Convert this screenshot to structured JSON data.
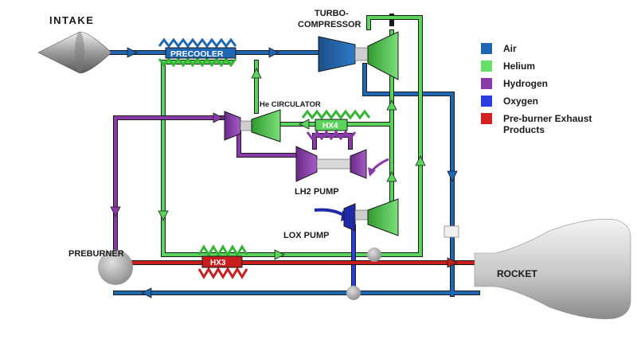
{
  "labels": {
    "intake": "INTAKE",
    "turbo_line1": "TURBO-",
    "turbo_line2": "COMPRESSOR",
    "precooler": "PRECOOLER",
    "he_circulator": "He CIRCULATOR",
    "hx4": "HX4",
    "lh2_pump": "LH2 PUMP",
    "lox_pump": "LOX PUMP",
    "preburner": "PREBURNER",
    "hx3": "HX3",
    "rocket": "ROCKET"
  },
  "legend": [
    {
      "label_lines": [
        "Air"
      ],
      "color": "#1f66b3"
    },
    {
      "label_lines": [
        "Helium"
      ],
      "color": "#66e066"
    },
    {
      "label_lines": [
        "Hydrogen"
      ],
      "color": "#8a3aa8"
    },
    {
      "label_lines": [
        "Oxygen"
      ],
      "color": "#2a3ee0"
    },
    {
      "label_lines": [
        "Pre-burner Exhaust",
        "Products"
      ],
      "color": "#d42020"
    }
  ],
  "colors": {
    "air": "#1f66b3",
    "helium": "#33b533",
    "hydrogen": "#8a3aa8",
    "oxygen": "#2a3ee0",
    "exhaust": "#c81e1e",
    "outline": "#1a1a1a"
  }
}
